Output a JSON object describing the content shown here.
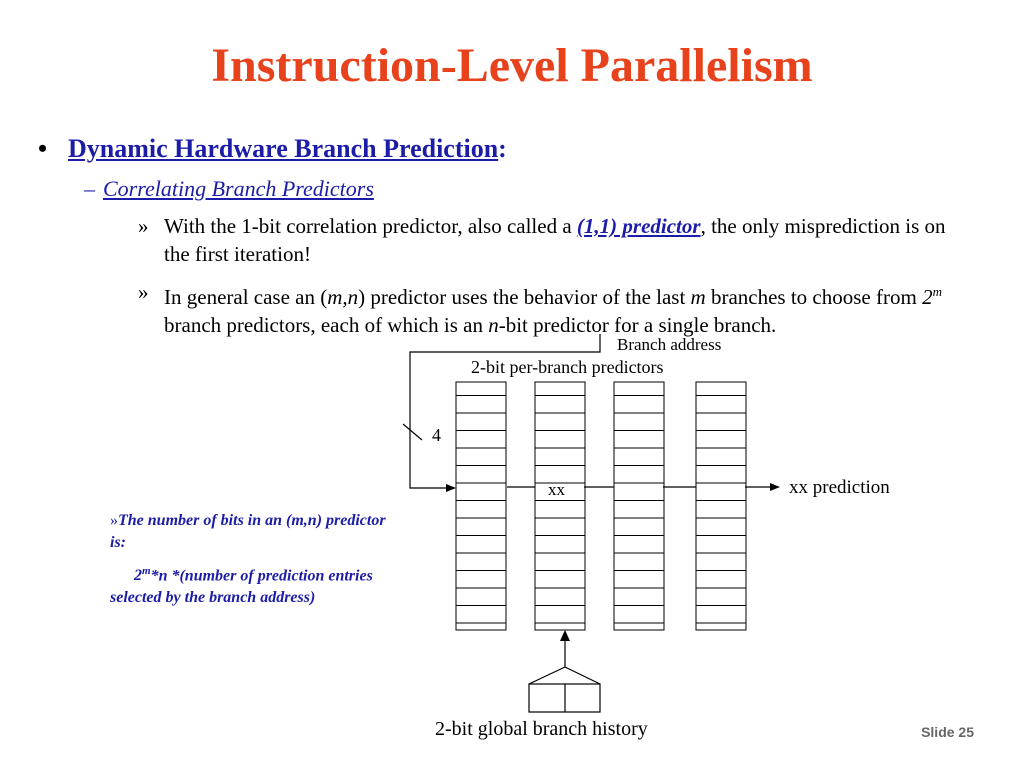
{
  "title": "Instruction-Level Parallelism",
  "bullet1": {
    "marker": "•",
    "label": "Dynamic Hardware Branch Prediction",
    "suffix": ":"
  },
  "bullet2": {
    "marker": "–",
    "label": "Correlating Branch Predictors"
  },
  "bullet3": {
    "marker": "»",
    "pre": "With the 1-bit correlation predictor, also called a ",
    "highlight": "(1,1) predictor",
    "post": ", the only misprediction is on the first iteration!"
  },
  "bullet4": {
    "marker": "»",
    "t1": "In general case an (",
    "m1": "m,n",
    "t2": ") predictor uses the behavior of the last ",
    "m2": "m",
    "t3": " branches to choose from ",
    "base": "2",
    "sup": "m",
    "t4": " branch predictors, each of which is an ",
    "m3": "n",
    "t5": "-bit predictor for a single branch."
  },
  "note": {
    "marker": "»",
    "line1": "The number of bits in an (m,n) predictor is:",
    "base": "2",
    "sup": "m",
    "line2": "*n *(number of prediction entries selected by the branch address)"
  },
  "diagram": {
    "branch_address": "Branch address",
    "per_branch": "2-bit per-branch predictors",
    "four": "4",
    "xx": "xx",
    "xx_prediction": "xx prediction",
    "global_history": "2-bit global branch history"
  },
  "slide_label": "Slide 25"
}
